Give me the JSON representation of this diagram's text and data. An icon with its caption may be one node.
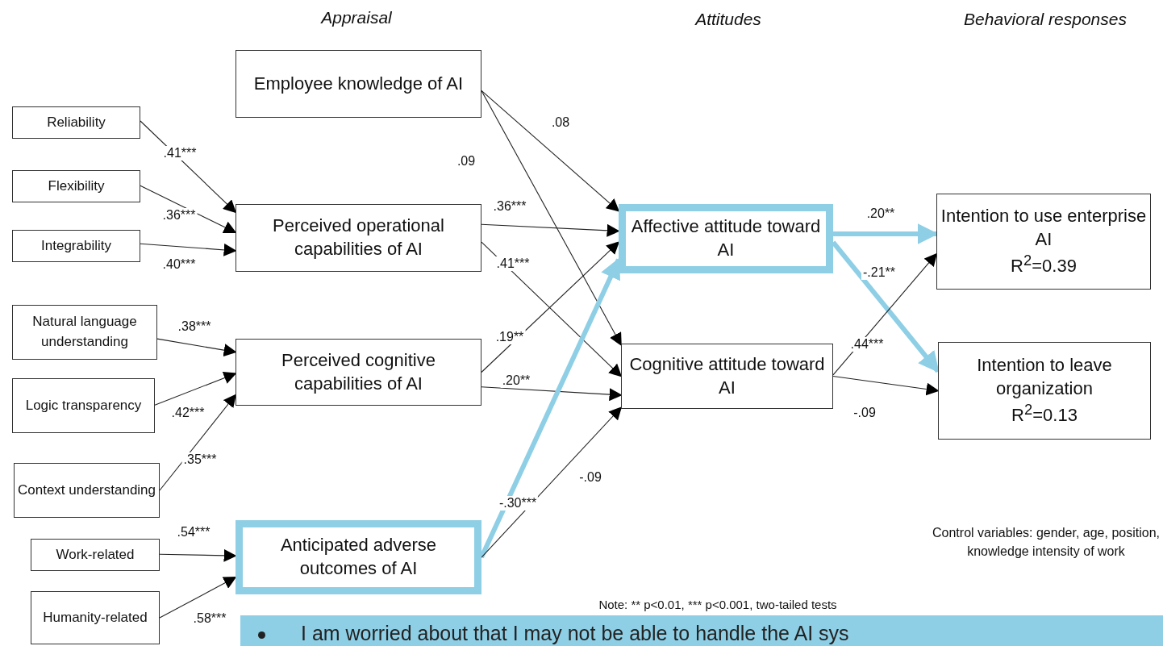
{
  "diagram": {
    "nodes": [
      {
        "text": [
          "Employee knowledge of AI"
        ]
      },
      {
        "text": [
          "Reliability"
        ]
      },
      {
        "text": [
          "Flexibility"
        ]
      },
      {
        "text": [
          "Integrability"
        ]
      },
      {
        "text": [
          "Perceived operational capabilities of AI"
        ]
      },
      {
        "text": [
          "Natural language understanding"
        ]
      },
      {
        "text": [
          "Perceived cognitive capabilities of AI"
        ]
      },
      {
        "text": [
          "Logic transparency"
        ]
      },
      {
        "text": [
          "Context understanding"
        ]
      },
      {
        "text": [
          "Work-related"
        ]
      },
      {
        "text": [
          "Anticipated adverse outcomes of AI"
        ]
      },
      {
        "text": [
          "Humanity-related"
        ]
      },
      {
        "text": [
          "Affective attitude toward AI"
        ]
      },
      {
        "text": [
          "Cognitive attitude toward AI"
        ]
      },
      {
        "text": [
          "Intention to use enterprise AI",
          "R$^{2}$=0.39"
        ]
      },
      {
        "text": [
          "Intention to leave organization",
          "R$^{2}$=0.13"
        ]
      },
      {
        "text": [
          "I am worried about that I may not be able to handle the AI sys"
        ]
      }
    ],
    "edges": [
      {
        "from": 1,
        "to": 4,
        "arrow": "to",
        "label": ".41***"
      },
      {
        "from": 2,
        "to": 4,
        "arrow": "to",
        "label": ".36***"
      },
      {
        "from": 3,
        "to": 4,
        "arrow": "to",
        "label": ".40***"
      },
      {
        "from": 5,
        "to": 6,
        "arrow": "to",
        "label": ".38***"
      },
      {
        "from": 7,
        "to": 6,
        "arrow": "to",
        "label": ".42***"
      },
      {
        "from": 8,
        "to": 6,
        "arrow": "to",
        "label": ".35***"
      },
      {
        "from": 9,
        "to": 10,
        "arrow": "to",
        "label": ".54***"
      },
      {
        "from": 11,
        "to": 10,
        "arrow": "to",
        "label": ".58***"
      },
      {
        "from": 0,
        "to": 12,
        "arrow": "to",
        "label": ".08"
      },
      {
        "from": 0,
        "to": 13,
        "arrow": "to",
        "label": ".09"
      },
      {
        "from": 4,
        "to": 12,
        "arrow": "to",
        "label": ".36***"
      },
      {
        "from": 4,
        "to": 13,
        "arrow": "to",
        "label": ".41***"
      },
      {
        "from": 6,
        "to": 12,
        "arrow": "to",
        "label": ".19**"
      },
      {
        "from": 6,
        "to": 13,
        "arrow": "to",
        "label": ".20**"
      },
      {
        "from": 10,
        "to": 12,
        "arrow": "to",
        "label": "-.30***",
        "style": "thick",
        "color": "#8ecfe6"
      },
      {
        "from": 10,
        "to": 13,
        "arrow": "to",
        "label": "-.09"
      },
      {
        "from": 12,
        "to": 14,
        "arrow": "to",
        "label": ".20**",
        "style": "thick",
        "color": "#8ecfe6"
      },
      {
        "from": 12,
        "to": 15,
        "arrow": "to",
        "label": "-.21**",
        "style": "thick",
        "color": "#8ecfe6"
      },
      {
        "from": 13,
        "to": 14,
        "arrow": "to",
        "label": ".44***"
      },
      {
        "from": 13,
        "to": 15,
        "arrow": "to",
        "label": "-.09"
      }
    ],
    "labels": [
      "Appraisal",
      "Attitudes",
      "Behavioral responses",
      "Control variables: gender, age, position, knowledge intensity of work",
      "Note: ** p<0.01, *** p<0.001, two-tailed tests"
    ]
  }
}
